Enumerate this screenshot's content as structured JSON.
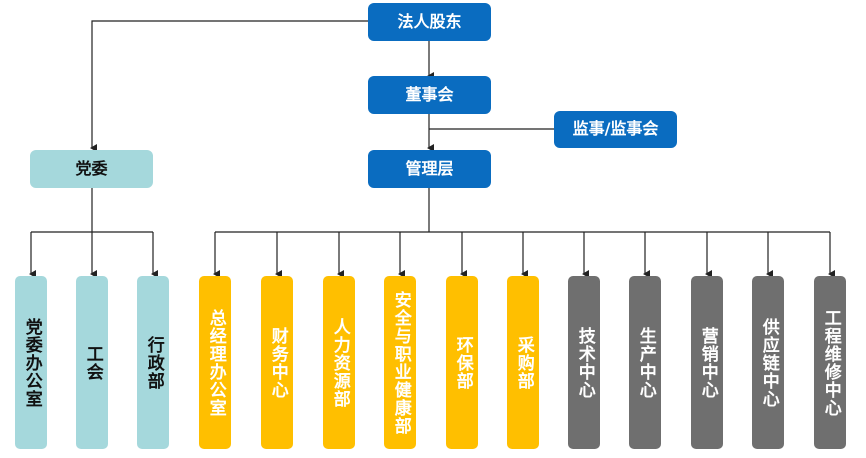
{
  "top": {
    "label": "法人股东"
  },
  "board": {
    "label": "董事会"
  },
  "supervisory": {
    "label": "监事/监事会"
  },
  "management": {
    "label": "管理层"
  },
  "party": {
    "label": "党委"
  },
  "party_units": [
    {
      "label": "党委办公室"
    },
    {
      "label": "工会"
    },
    {
      "label": "行政部"
    }
  ],
  "mgmt_units": [
    {
      "label": "总经理办公室",
      "group": "gold"
    },
    {
      "label": "财务中心",
      "group": "gold"
    },
    {
      "label": "人力资源部",
      "group": "gold"
    },
    {
      "label": "安全与职业健康部",
      "group": "gold"
    },
    {
      "label": "环保部",
      "group": "gold"
    },
    {
      "label": "采购部",
      "group": "gold"
    },
    {
      "label": "技术中心",
      "group": "gray"
    },
    {
      "label": "生产中心",
      "group": "gray"
    },
    {
      "label": "营销中心",
      "group": "gray"
    },
    {
      "label": "供应链中心",
      "group": "gray"
    },
    {
      "label": "工程维修中心",
      "group": "gray"
    }
  ],
  "colors": {
    "blue": "#0a6cc0",
    "teal": "#a5d8dc",
    "gold": "#ffbf00",
    "gray": "#6f6f6f",
    "line": "#222222"
  }
}
